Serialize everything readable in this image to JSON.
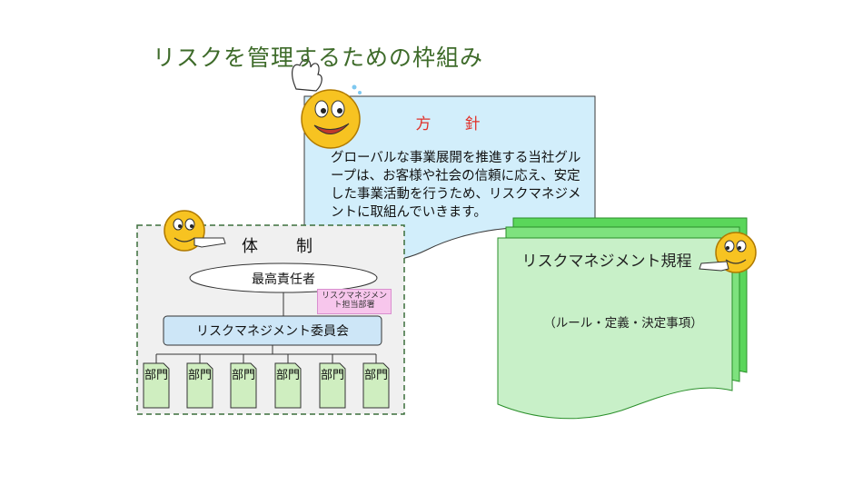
{
  "title": "リスクを管理するための枠組み",
  "policy": {
    "heading": "方　針",
    "body": "グローバルな事業展開を推進する当社グループは、お客様や社会の信頼に応え、安定した事業活動を行うため、リスクマネジメントに取組んでいきます。"
  },
  "system": {
    "heading": "体　制",
    "executive": "最高責任者",
    "rm_department": "リスクマネジメント担当部署",
    "committee": "リスクマネジメント委員会",
    "departments": [
      "部門",
      "部門",
      "部門",
      "部門",
      "部門",
      "部門"
    ]
  },
  "rules": {
    "heading": "リスクマネジメント規程",
    "note": "（ルール・定義・決定事項）"
  },
  "colors": {
    "title": "#3e6b2a",
    "policy_fill": "#d2eefb",
    "policy_heading": "#e0322b",
    "system_fill": "#f0f0f0",
    "committee_fill": "#cde6f7",
    "dept_fill": "#cfeec0",
    "rules_fill": "#c8f0c8",
    "rules_edge": "#3fbf3f",
    "rm_dept_fill": "#f7c6ec"
  },
  "icons": [
    "smiley-waving-icon",
    "smiley-pointing-icon",
    "smiley-pointing-icon",
    "smiley-pointing-icon"
  ]
}
